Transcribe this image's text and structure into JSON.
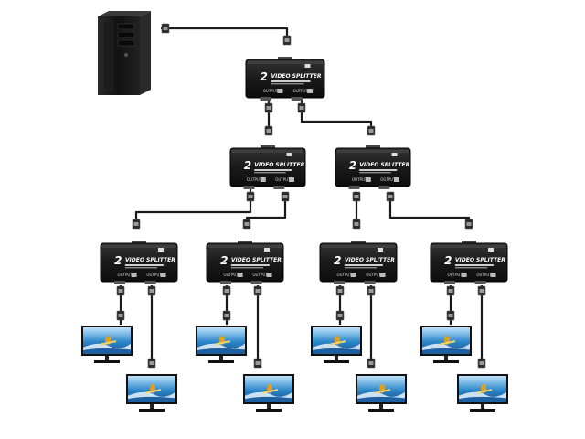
{
  "splitter": {
    "brand_number": "2",
    "title": "VIDEO SPLITTER",
    "subtitle": "",
    "port_label": "OUTPUT"
  },
  "colors": {
    "cable": "#1a1a1a",
    "splitter_body": "#1c1c1c",
    "pc_body": "#151515",
    "screen_sky": "#2a86c9",
    "screen_water": "#1e5fa0",
    "monitor_bezel": "#111111"
  },
  "icons": {
    "computer": "pc-tower-icon",
    "monitor": "monitor-icon",
    "splitter": "vga-splitter-icon",
    "connector": "vga-connector-icon"
  }
}
